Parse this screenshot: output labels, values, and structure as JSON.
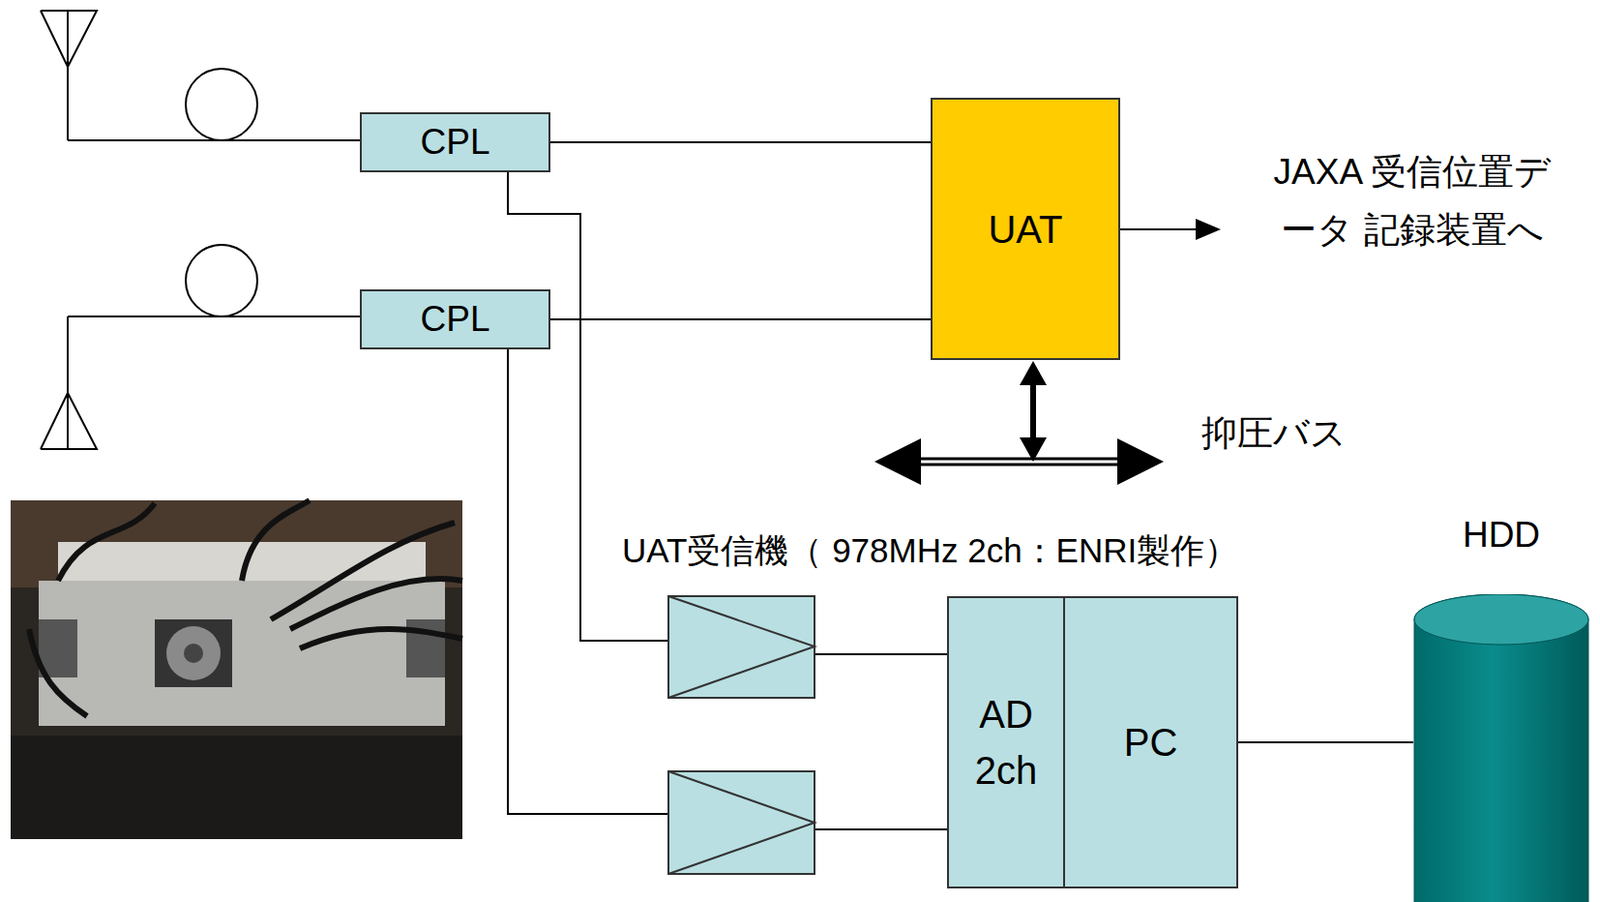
{
  "diagram": {
    "nodes": [
      {
        "text": [
          "CPL"
        ]
      },
      {
        "text": [
          "UAT"
        ]
      },
      {
        "text": [
          "CPL"
        ]
      },
      {
        "text": [
          "AD 2ch"
        ]
      },
      {
        "text": [
          "PC"
        ]
      },
      {
        "text": [
          "HDD"
        ]
      }
    ],
    "edges": [
      {
        "from": 0,
        "to": 1,
        "arrow": "none"
      },
      {
        "from": 2,
        "to": 1,
        "arrow": "none"
      },
      {
        "from": 4,
        "to": 5,
        "arrow": "none"
      }
    ],
    "labels": [
      "JAXA 受信位置データ 記録装置へ",
      "抑圧バス",
      "UAT受信機（ 978MHz 2ch：ENRI製作）"
    ]
  }
}
